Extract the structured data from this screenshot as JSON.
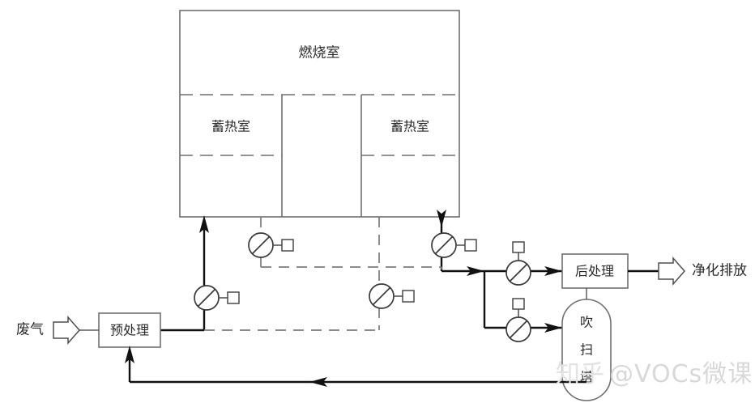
{
  "diagram": {
    "title_type": "process-flow-diagram",
    "units": {
      "combustion_chamber": {
        "label": "燃烧室"
      },
      "heat_chamber_left": {
        "label": "蓄热室"
      },
      "heat_chamber_right": {
        "label": "蓄热室"
      },
      "pretreatment": {
        "label": "预处理"
      },
      "posttreatment": {
        "label": "后处理"
      },
      "purge_tower": {
        "label": "吹扫塔",
        "chars": [
          "吹",
          "扫",
          "塔"
        ]
      }
    },
    "streams": {
      "inlet": {
        "label": "废气"
      },
      "outlet": {
        "label": "净化排放"
      }
    },
    "valves": [
      {
        "id": "v-left-riser",
        "box_side": "right"
      },
      {
        "id": "v-left-upper",
        "box_side": "right"
      },
      {
        "id": "v-right-upper",
        "box_side": "right"
      },
      {
        "id": "v-right-lower",
        "box_side": "right"
      },
      {
        "id": "v-post-inlet",
        "box_side": "top"
      },
      {
        "id": "v-purge-inlet",
        "box_side": "top"
      }
    ],
    "watermark": {
      "zhihu": "知乎",
      "handle": "@VOCs微课"
    },
    "colors": {
      "pipe_solid": "#111111",
      "pipe_dashed": "#7b7b7b",
      "vessel_stroke": "#6f6f6f",
      "background": "#ffffff",
      "watermark": "#d8d8d8"
    }
  }
}
